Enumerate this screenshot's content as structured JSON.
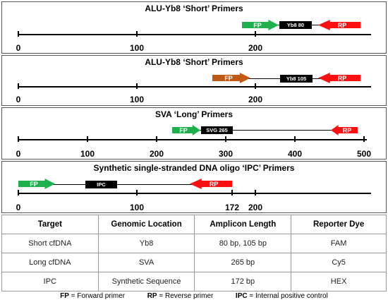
{
  "panels": [
    {
      "title": "ALU-Yb8 ‘Short’ Primers",
      "ticks": [
        "0",
        "100",
        "200"
      ],
      "fp": "FP",
      "amplicon": "Yb8 80",
      "rp": "RP",
      "fp_color": "#1eb04c",
      "rp_color": "#ff1010"
    },
    {
      "title": "ALU-Yb8 ‘Short’ Primers",
      "ticks": [
        "0",
        "100",
        "200"
      ],
      "fp": "FP",
      "amplicon": "Yb8 105",
      "rp": "RP",
      "fp_color": "#c25912",
      "rp_color": "#ff1010"
    },
    {
      "title": "SVA ‘Long’ Primers",
      "ticks": [
        "0",
        "100",
        "200",
        "300",
        "400",
        "500"
      ],
      "fp": "FP",
      "amplicon": "SVG 265",
      "rp": "RP",
      "fp_color": "#1eb04c",
      "rp_color": "#ff1010"
    },
    {
      "title": "Synthetic single-stranded DNA oligo ‘IPC’ Primers",
      "ticks": [
        "0",
        "100",
        "172",
        "200"
      ],
      "fp": "FP",
      "amplicon": "IPC",
      "rp": "RP",
      "fp_color": "#1eb04c",
      "rp_color": "#ff1010"
    }
  ],
  "table": {
    "headers": [
      "Target",
      "Genomic Location",
      "Amplicon Length",
      "Reporter Dye"
    ],
    "rows": [
      [
        "Short cfDNA",
        "Yb8",
        "80 bp, 105 bp",
        "FAM"
      ],
      [
        "Long cfDNA",
        "SVA",
        "265 bp",
        "Cy5"
      ],
      [
        "IPC",
        "Synthetic Sequence",
        "172 bp",
        "HEX"
      ]
    ]
  },
  "legend": {
    "fp_abbr": "FP",
    "fp_text": " = Forward primer",
    "rp_abbr": "RP",
    "rp_text": " = Reverse primer",
    "ipc_abbr": "IPC",
    "ipc_text": " = Internal positive control"
  }
}
